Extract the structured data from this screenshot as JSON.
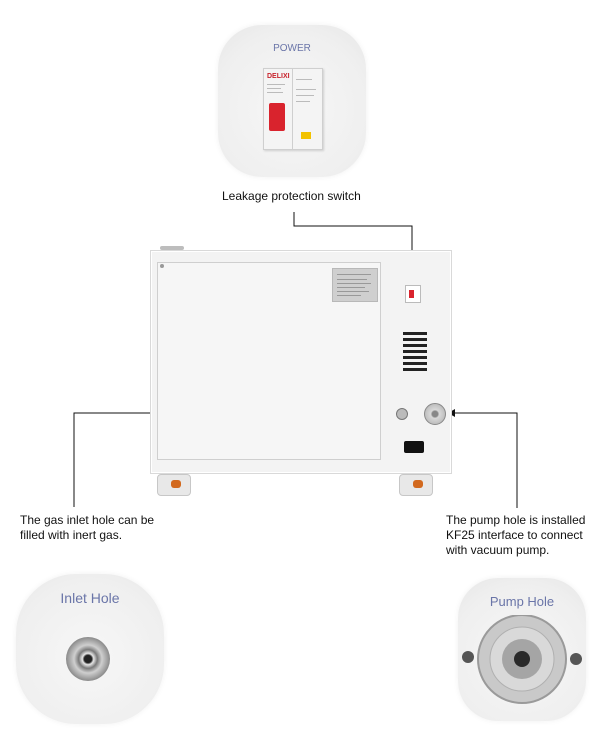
{
  "power_card": {
    "title": "POWER",
    "breaker_brand": "DELIXI"
  },
  "power_caption": "Leakage protection switch",
  "inlet_caption": "The gas inlet hole can be filled with inert gas.",
  "pump_caption": "The pump hole is installed KF25 interface to connect with vacuum pump.",
  "inlet_card": {
    "title": "Inlet Hole"
  },
  "pump_card": {
    "title": "Pump Hole"
  },
  "colors": {
    "card_title": "#6a75a8",
    "breaker_red": "#d9232d",
    "breaker_yellow": "#f2c200"
  }
}
